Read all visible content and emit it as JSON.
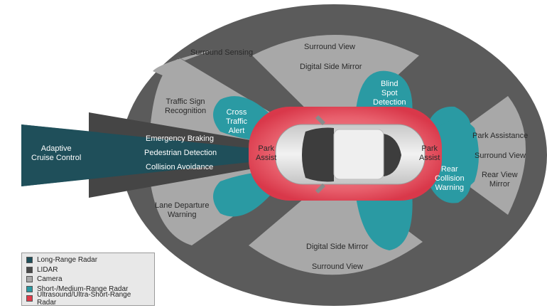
{
  "labels": {
    "surround_sensing": "Surround Sensing",
    "surround_view_top": "Surround View",
    "digital_side_mirror_top": "Digital Side Mirror",
    "traffic_sign_recognition": "Traffic Sign\nRecognition",
    "cross_traffic_alert": "Cross\nTraffic\nAlert",
    "blind_spot_detection": "Blind\nSpot\nDetection",
    "adaptive_cruise_control": "Adaptive\nCruise Control",
    "emergency_braking": "Emergency Braking",
    "pedestrian_detection": "Pedestrian Detection",
    "collision_avoidance": "Collision Avoidance",
    "park_assist_front": "Park\nAssist",
    "park_assist_rear": "Park\nAssist",
    "rear_collision_warning": "Rear\nCollision\nWarning",
    "park_assistance": "Park Assistance",
    "surround_view_right": "Surround View",
    "rear_view_mirror": "Rear View\nMirror",
    "lane_departure_warning": "Lane Departure\nWarning",
    "digital_side_mirror_bottom": "Digital Side Mirror",
    "surround_view_bottom": "Surround View"
  },
  "legend": [
    {
      "label": "Long-Range Radar",
      "color": "#1f4f5a"
    },
    {
      "label": "LIDAR",
      "color": "#4a4a4a"
    },
    {
      "label": "Camera",
      "color": "#a9a9a9"
    },
    {
      "label": "Short-/Medium-Range Radar",
      "color": "#2a9aa3"
    },
    {
      "label": "Ultrasound/Ultra-Short-Range Radar",
      "color": "#e03a4a"
    }
  ],
  "colors": {
    "ellipse": "#5a5a5a",
    "camera": "#a7a7a7",
    "lidar": "#4a4a4a",
    "long_range_radar": "#1f4f5a",
    "short_medium_radar": "#2a9aa3",
    "ultrasound": "#e03a4a",
    "car_body": "#d9d9d9"
  }
}
